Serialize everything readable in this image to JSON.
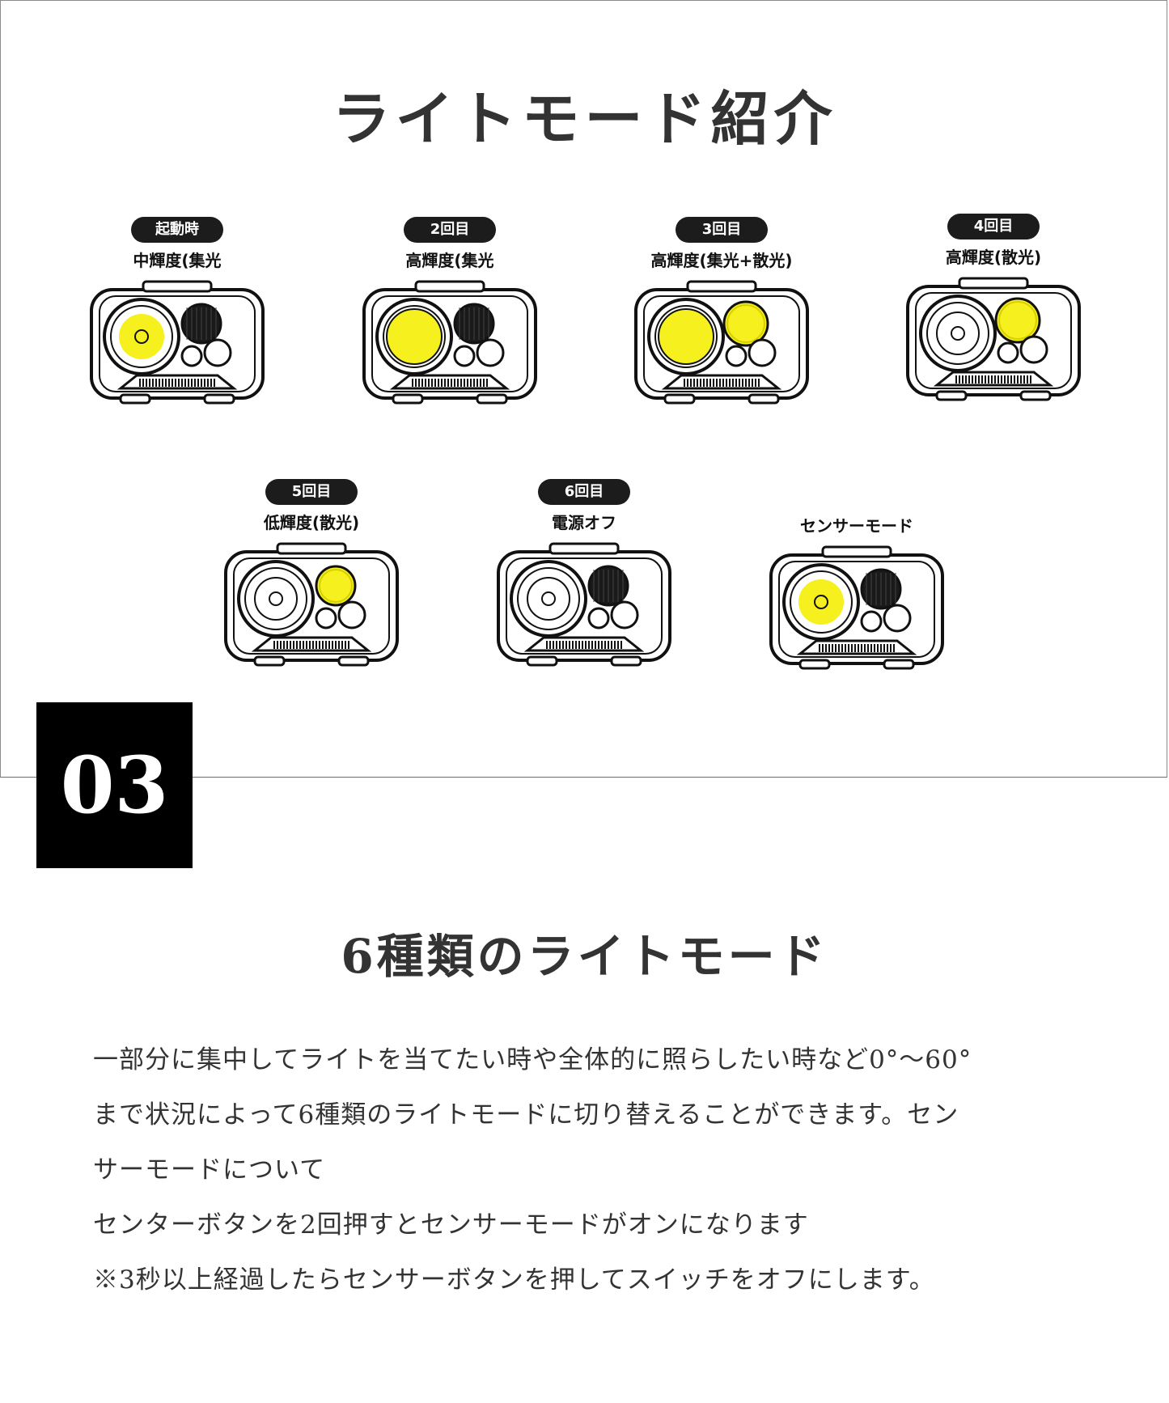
{
  "title": "ライトモード紹介",
  "modes": [
    {
      "badge": "起動時",
      "label": "中輝度(集光"
    },
    {
      "badge": "2回目",
      "label": "高輝度(集光"
    },
    {
      "badge": "3回目",
      "label": "高輝度(集光+散光)"
    },
    {
      "badge": "4回目",
      "label": "高輝度(散光)"
    },
    {
      "badge": "5回目",
      "label": "低輝度(散光)"
    },
    {
      "badge": "6回目",
      "label": "電源オフ"
    },
    {
      "badge": "",
      "label": "センサーモード"
    }
  ],
  "section_number": "03",
  "subtitle": "6種類のライトモード",
  "body_lines": [
    "一部分に集中してライトを当てたい時や全体的に照らしたい時など0°〜60°",
    "まで状況によって6種類のライトモードに切り替えることができます。セン",
    "サーモードについて",
    "センターボタンを2回押すとセンサーモードがオンになります",
    "※3秒以上経過したらセンサーボタンを押してスイッチをオフにします。"
  ],
  "colors": {
    "light": "#f5f01e",
    "dark": "#1a1a1a",
    "badge": "#1c1c1c"
  }
}
